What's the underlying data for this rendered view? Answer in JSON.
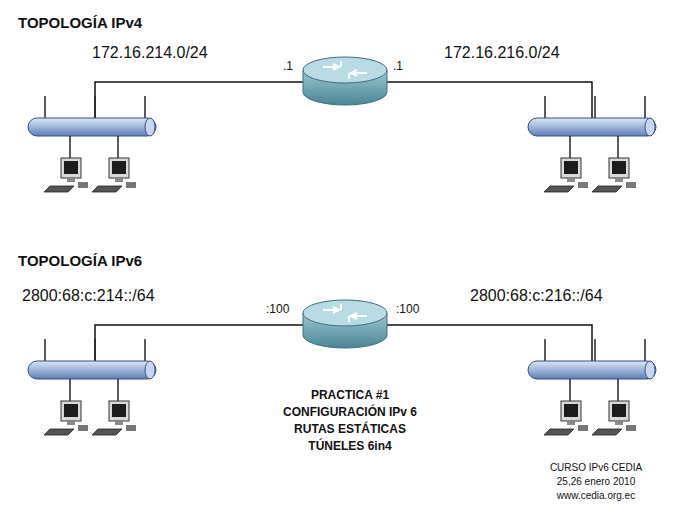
{
  "diagram": {
    "labels": [
      "TOPOLOGÍA IPv4",
      "172.16.214.0/24",
      ".1",
      ".1",
      "172.16.216.0/24",
      "TOPOLOGÍA IPv6",
      "2800:68:c:214::/64",
      ":100",
      ":100",
      "2800:68:c:216::/64",
      "PRACTICA #1",
      "CONFIGURACIÓN IPv 6",
      "RUTAS ESTÁTICAS",
      "TÚNELES 6in4",
      "CURSO IPv6 CEDIA",
      "25,26 enero 2010",
      "www.cedia.org.ec"
    ]
  }
}
